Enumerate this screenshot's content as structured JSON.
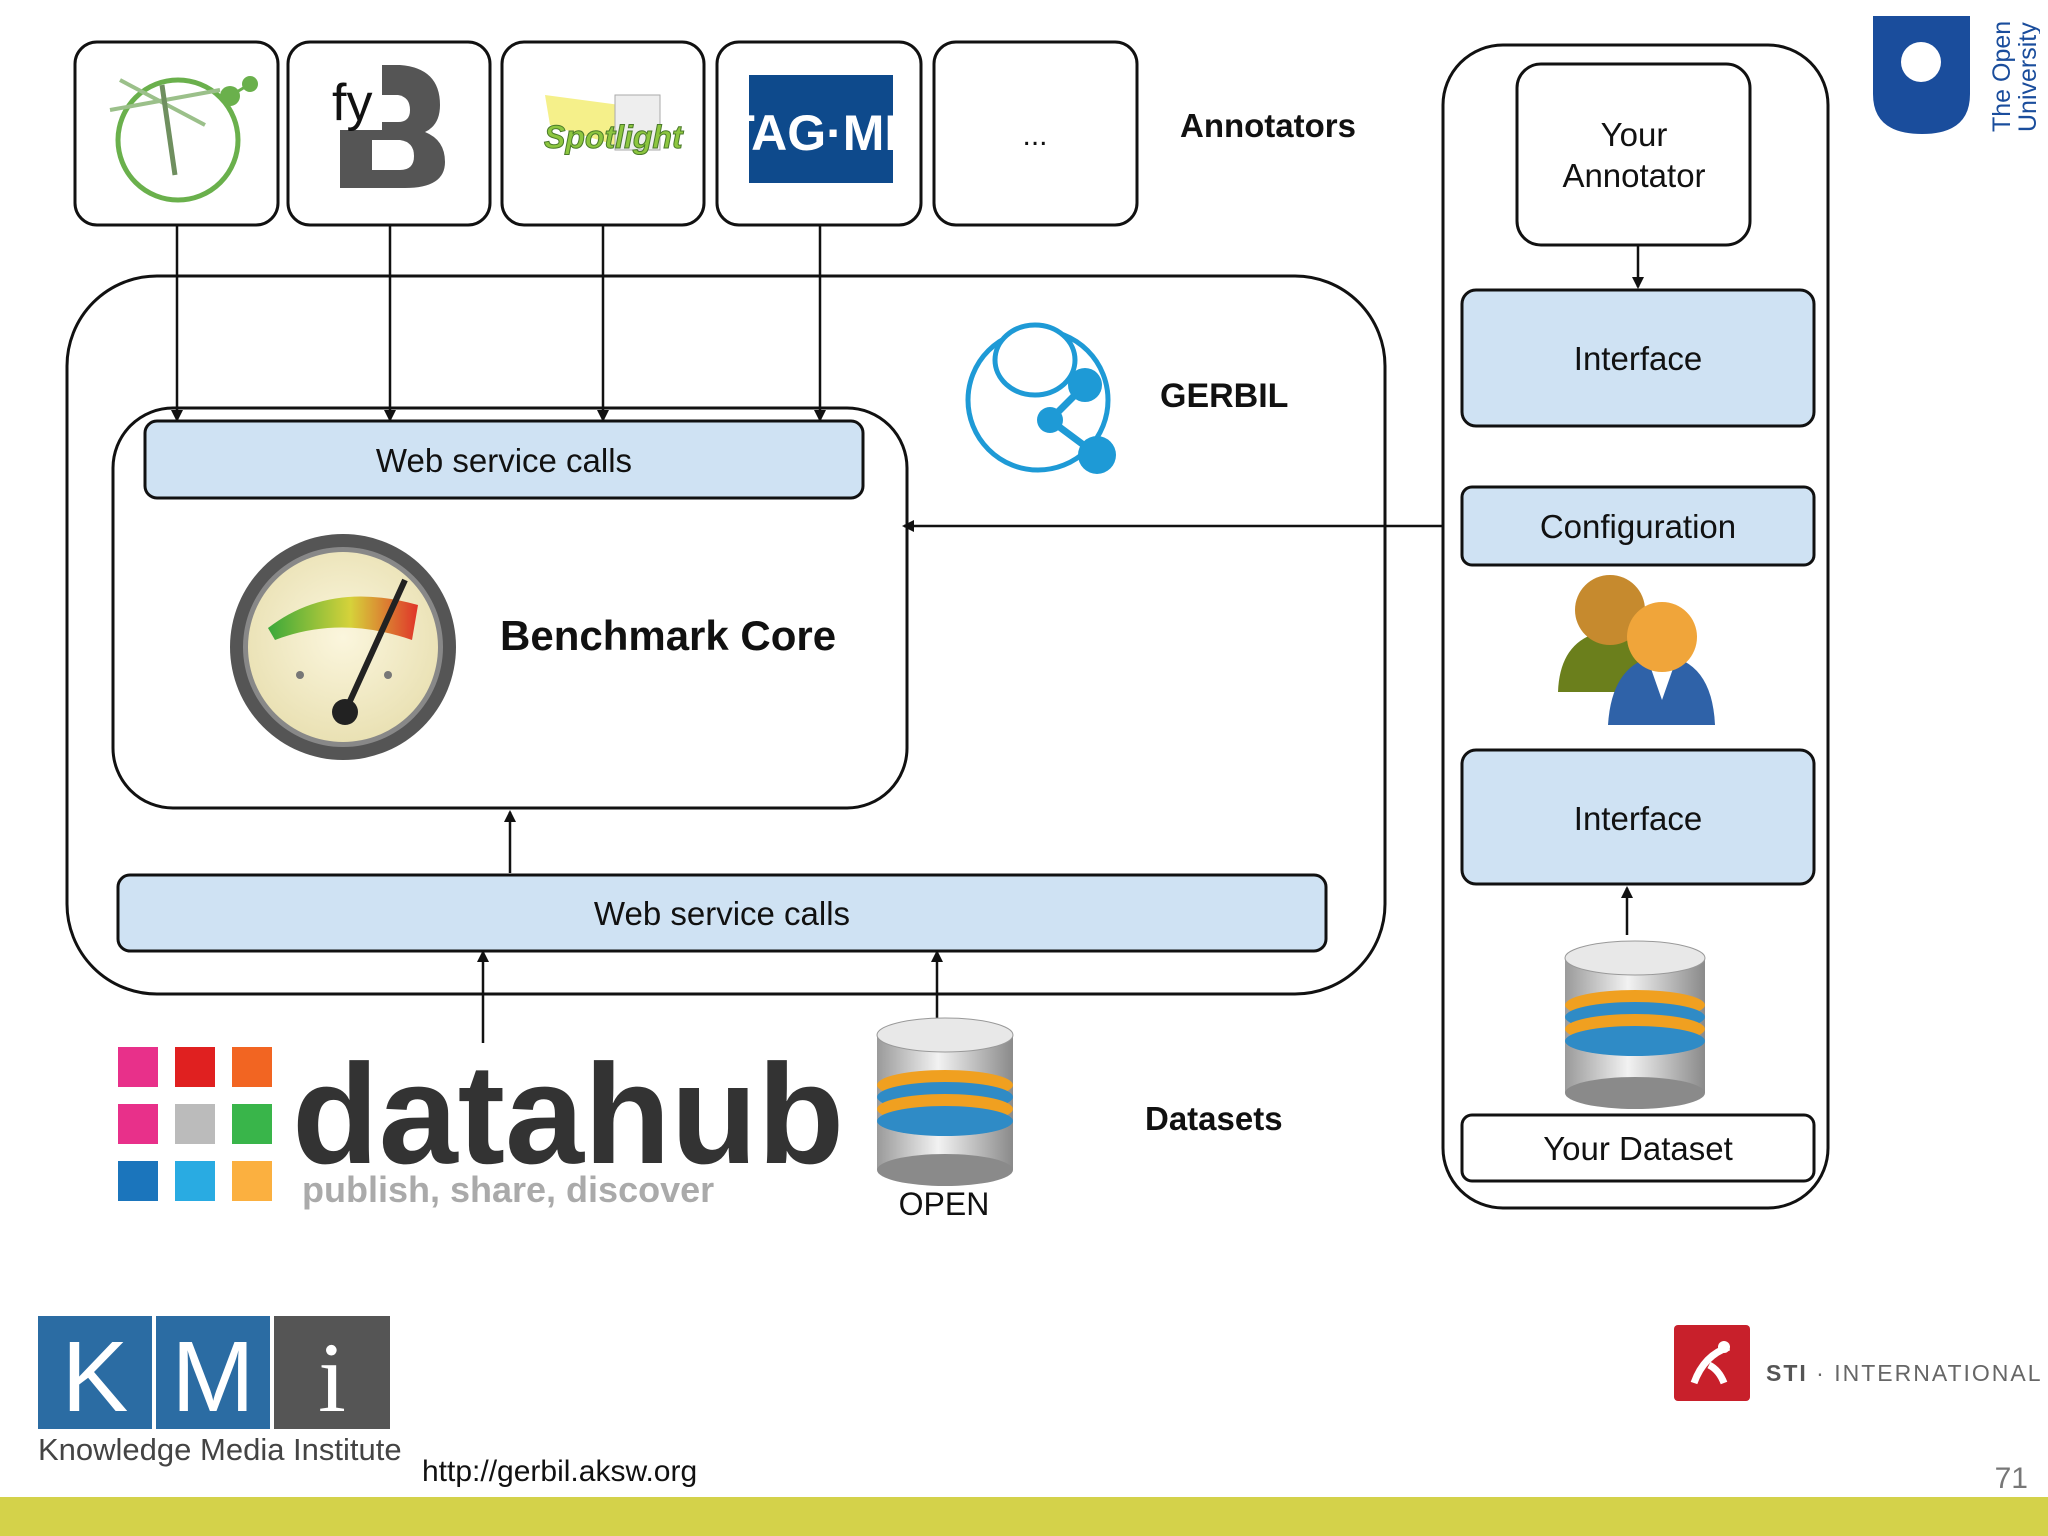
{
  "annotators": {
    "heading": "Annotators",
    "logos": [
      {
        "name": "dragonfly-graph-logo"
      },
      {
        "name": "fy-b-logo",
        "text": "fy"
      },
      {
        "name": "spotlight-logo",
        "text": "Spotlight"
      },
      {
        "name": "tagme-logo",
        "text": "TAG·ME"
      },
      {
        "name": "more-annotators",
        "text": "..."
      }
    ]
  },
  "gerbil": {
    "label": "GERBIL",
    "top_calls": "Web service calls",
    "core": "Benchmark Core",
    "bottom_calls": "Web service calls"
  },
  "datasets": {
    "heading": "Datasets",
    "datahub_name": "datahub",
    "datahub_tagline": "publish, share, discover",
    "open_label": "OPEN"
  },
  "right_panel": {
    "your_annotator_line1": "Your",
    "your_annotator_line2": "Annotator",
    "interface_top": "Interface",
    "configuration": "Configuration",
    "interface_bottom": "Interface",
    "your_dataset": "Your Dataset"
  },
  "footer": {
    "url": "http://gerbil.aksw.org",
    "page": "71",
    "kmi_letters": [
      "K",
      "M",
      "i"
    ],
    "kmi_tagline": "Knowledge Media Institute",
    "sti_bold": "STI",
    "sti_rest": " · INTERNATIONAL",
    "ou_line1": "The Open",
    "ou_line2": "University"
  },
  "colors": {
    "box_fill": "#cfe2f3",
    "footer_bar": "#d4d24a",
    "kmi_blue": "#2b6ca3",
    "sti_red": "#c8202b",
    "ou_blue": "#1a4d9c"
  }
}
